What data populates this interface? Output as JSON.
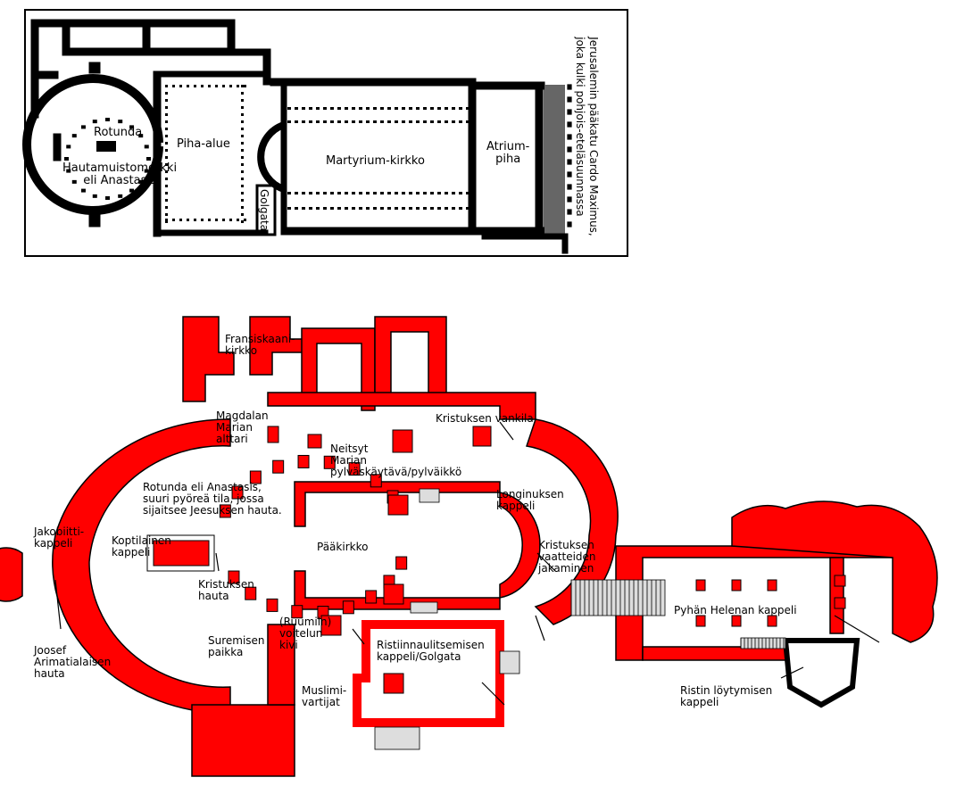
{
  "top_plan": {
    "labels": {
      "rotunda": "Rotunda",
      "hautamuistomerkki": "Hautamuistomerkki\neli Anastasis",
      "piha_alue": "Piha-alue",
      "martyrium": "Martyrium-kirkko",
      "atrium": "Atrium-\npiha",
      "golgata": "Golgata",
      "cardo": "Jerusalemin pääkatu Cardo Maximus,\njoka kulki pohjois-eteläsuunnassa"
    }
  },
  "bottom_plan": {
    "labels": {
      "fransiskaani": "Fransiskaani-\nkirkko",
      "magdalan": "Magdalan\nMarian\nalttari",
      "neitsyt": "Neitsyt\nMarian\npylväskäytävä/pylväikkö",
      "kristuksen_vankila": "Kristuksen vankila",
      "rotunda_desc": "Rotunda eli Anastasis,\nsuuri pyöreä tila, jossa\nsijaitsee Jeesuksen hauta.",
      "longinuksen": "Longinuksen\nkappeli",
      "jakobiitti": "Jakobiitti-\nkappeli",
      "koptilainen": "Koptilainen\nkappeli",
      "paakirkko": "Pääkirkko",
      "kristuksen_vaatteiden": "Kristuksen\nvaatteiden\njakaminen",
      "kristuksen_hauta": "Kristuksen\nhauta",
      "voitelun": "(Ruumiin)\nvoitelun\nkivi",
      "pyhan_helenan": "Pyhän Helenan kappeli",
      "suremisen": "Suremisen\npaikka",
      "ristiinnaulitsemisen": "Ristiinnaulitsemisen\nkappeli/Golgata",
      "joosef": "Joosef\nArimatialaisen\nhauta",
      "muslimi": "Muslimi-\nvartijat",
      "ristin": "Ristin löytymisen\nkappeli"
    }
  },
  "colors": {
    "wall_red": "#ff0000",
    "ink": "#000000",
    "paper": "#ffffff"
  }
}
